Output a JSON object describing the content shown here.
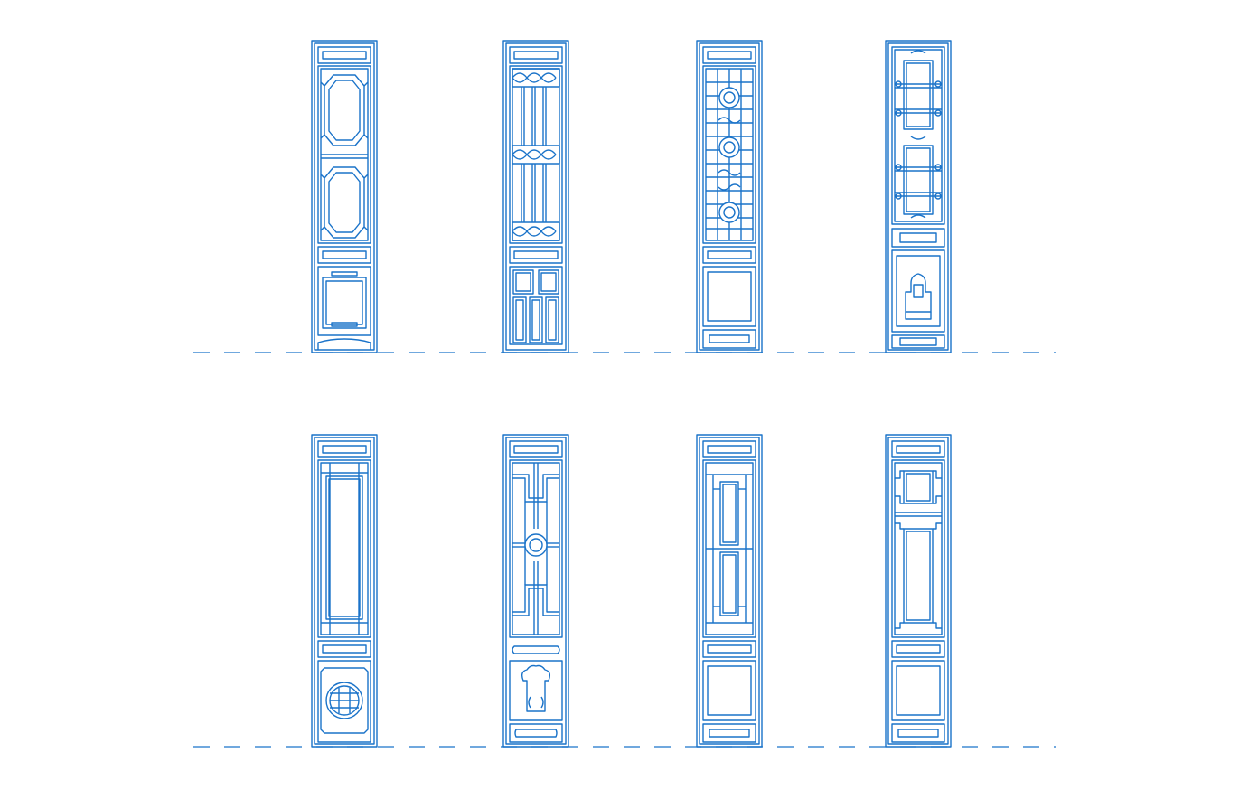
{
  "drawing": {
    "line_color": "#1a73c9",
    "background": "#ffffff",
    "rows": [
      {
        "panels": [
          {
            "pattern": "octagon-panes",
            "bottom": "framed-square-with-ornaments"
          },
          {
            "pattern": "vertical-bars-with-lattice-bands",
            "bottom": "four-small-panels"
          },
          {
            "pattern": "grid-with-circular-medallions",
            "bottom": "plain-square"
          },
          {
            "pattern": "ornamental-ruyi-cartouches",
            "bottom": "vase-motif"
          }
        ]
      },
      {
        "panels": [
          {
            "pattern": "tall-rectangular-pane",
            "bottom": "shou-medallion"
          },
          {
            "pattern": "cross-with-medallion",
            "bottom": "ruyi-vase-motif"
          },
          {
            "pattern": "stepped-lattice",
            "bottom": "plain-square"
          },
          {
            "pattern": "square-and-long-pane",
            "bottom": "plain-square"
          }
        ]
      }
    ]
  }
}
